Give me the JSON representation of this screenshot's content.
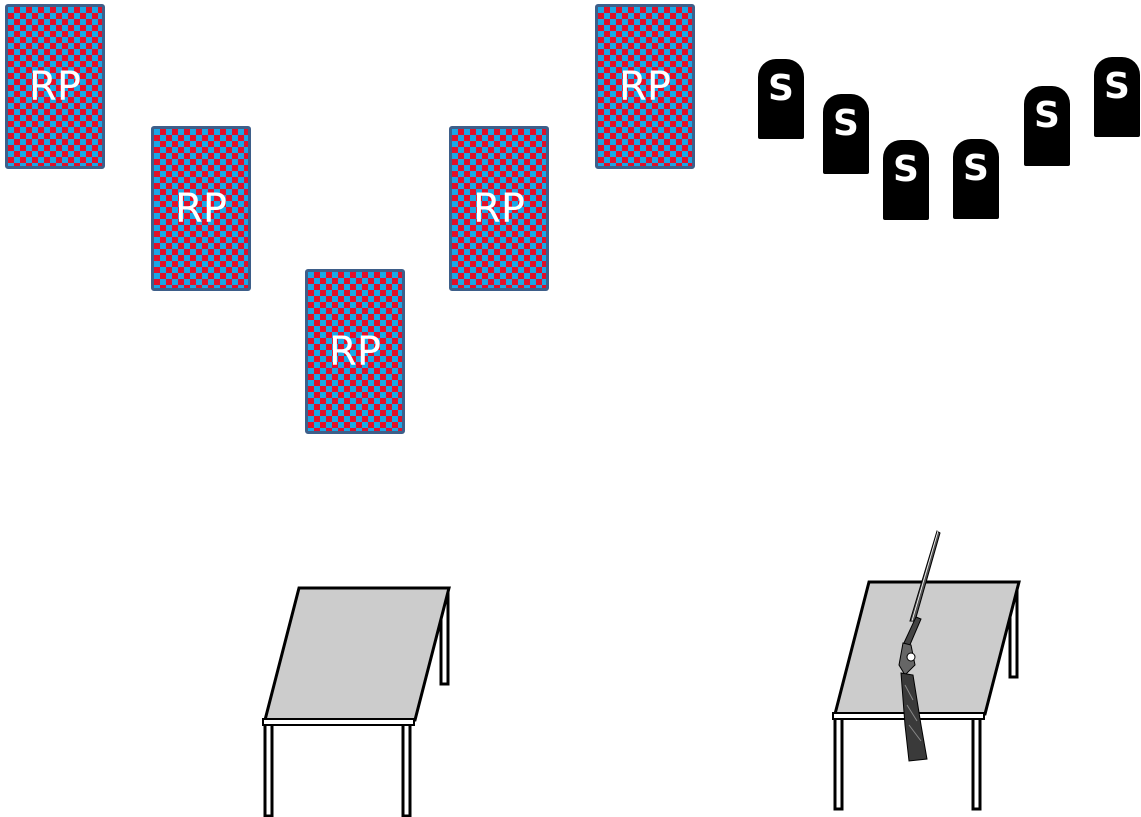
{
  "cards": [
    {
      "label": "RP"
    },
    {
      "label": "RP"
    },
    {
      "label": "RP"
    },
    {
      "label": "RP"
    },
    {
      "label": "RP"
    }
  ],
  "tombstones": [
    {
      "letter": "S"
    },
    {
      "letter": "S"
    },
    {
      "letter": "S"
    },
    {
      "letter": "S"
    },
    {
      "letter": "S"
    },
    {
      "letter": "S"
    }
  ],
  "tables": [
    {
      "item": "empty-table"
    },
    {
      "item": "rifle-icon"
    }
  ],
  "colors": {
    "card_border": "#3e5f8a",
    "card_red": "#e0102a",
    "card_blue": "#1aa7e6",
    "stone": "#000000",
    "table_top": "#cccccc"
  }
}
